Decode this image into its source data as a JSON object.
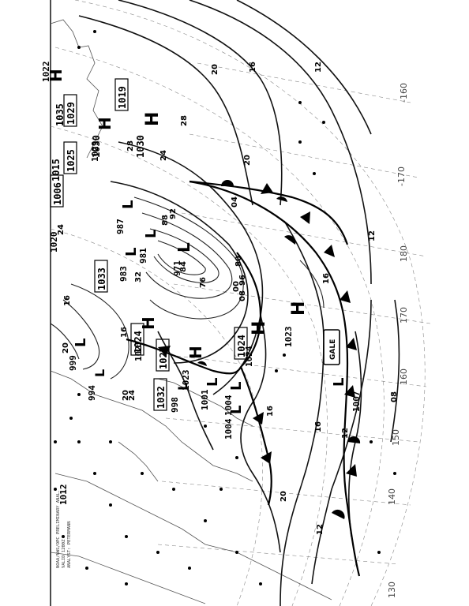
{
  "map": {
    "grid_longitudes": [
      {
        "label": "-160"
      },
      {
        "label": "-170"
      },
      {
        "label": "180"
      },
      {
        "label": "170"
      },
      {
        "label": "160"
      },
      {
        "label": "150"
      },
      {
        "label": "140"
      },
      {
        "label": "130"
      }
    ],
    "pressure_centers": [
      {
        "type": "H",
        "value": "1030"
      },
      {
        "type": "H",
        "value": "1029"
      },
      {
        "type": "H",
        "value": "1023"
      },
      {
        "type": "H",
        "value": "1024"
      },
      {
        "type": "H",
        "value": "1027"
      },
      {
        "type": "H",
        "value": "1023"
      },
      {
        "type": "H",
        "value": "1022"
      },
      {
        "type": "L",
        "value": "987"
      },
      {
        "type": "L",
        "value": "981"
      },
      {
        "type": "L",
        "value": "971"
      },
      {
        "type": "L",
        "value": "983"
      },
      {
        "type": "L",
        "value": "999"
      },
      {
        "type": "L",
        "value": "994"
      },
      {
        "type": "L",
        "value": "1001"
      },
      {
        "type": "L",
        "value": "1004"
      },
      {
        "type": "L",
        "value": "1004"
      },
      {
        "type": "L",
        "value": "998"
      },
      {
        "type": "L",
        "value": "1007"
      }
    ],
    "boxed_values": [
      "1029",
      "1025",
      "1006",
      "1019",
      "1033",
      "1024",
      "1027",
      "1032",
      "1024",
      "1015",
      "1035",
      "1030",
      "1012",
      "1020"
    ],
    "isobar_labels": [
      "20",
      "16",
      "12",
      "08",
      "04",
      "00",
      "96",
      "92",
      "88",
      "84",
      "80",
      "76",
      "24",
      "28",
      "32"
    ],
    "warning_label": "GALE",
    "footer_lines": [
      "NOAA/NWS/OPC PRELIMINARY ANAL.",
      "VALID 1200Z",
      "ANALYST: PETERMANN"
    ]
  }
}
